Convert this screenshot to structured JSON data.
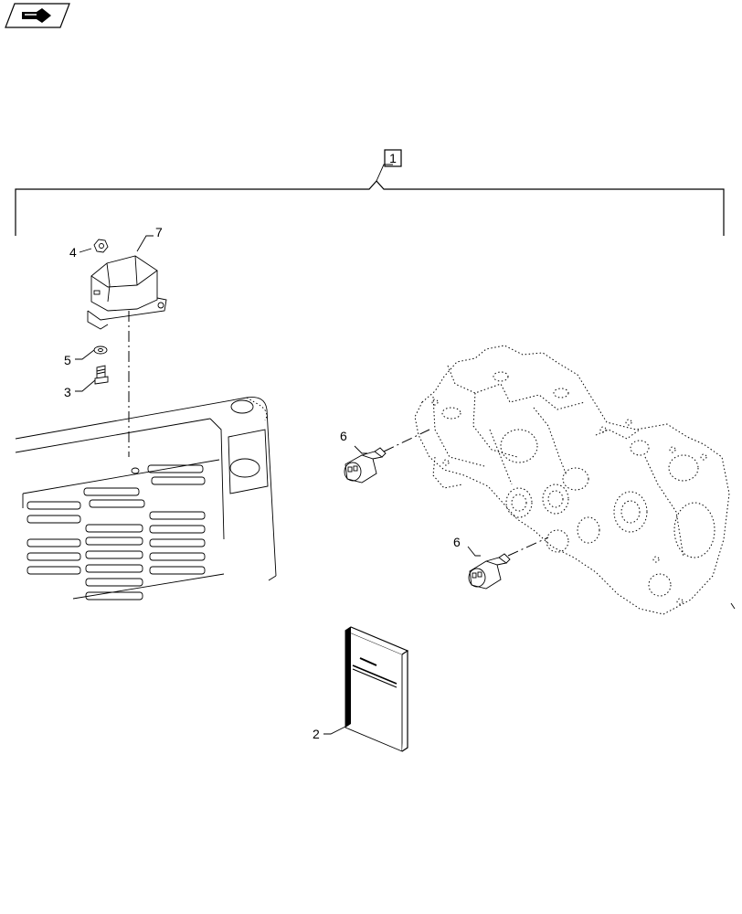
{
  "nav_icon": {
    "name": "next-page-arrow-icon"
  },
  "assembly_callout": "1",
  "callouts": {
    "item2": "2",
    "item3": "3",
    "item4": "4",
    "item5": "5",
    "item6a": "6",
    "item6b": "6",
    "item7": "7"
  }
}
